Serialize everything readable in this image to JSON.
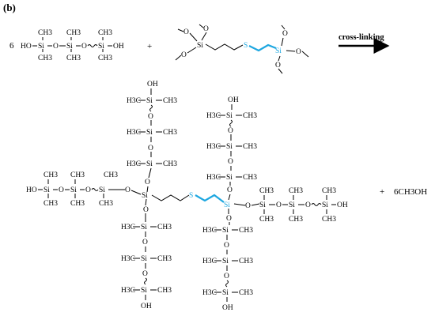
{
  "panel_label": "(b)",
  "coefficient": "6",
  "plus": "+",
  "arrow_label": "cross-linking",
  "byproduct": "6CH3OH",
  "atoms": {
    "si": "Si",
    "o": "O",
    "s": "S",
    "oh": "OH",
    "ho": "HO",
    "ch3": "CH3",
    "h3c": "H3C",
    "wave": "~"
  },
  "colors": {
    "highlight": "#1ea7e0",
    "ink": "#000000"
  }
}
